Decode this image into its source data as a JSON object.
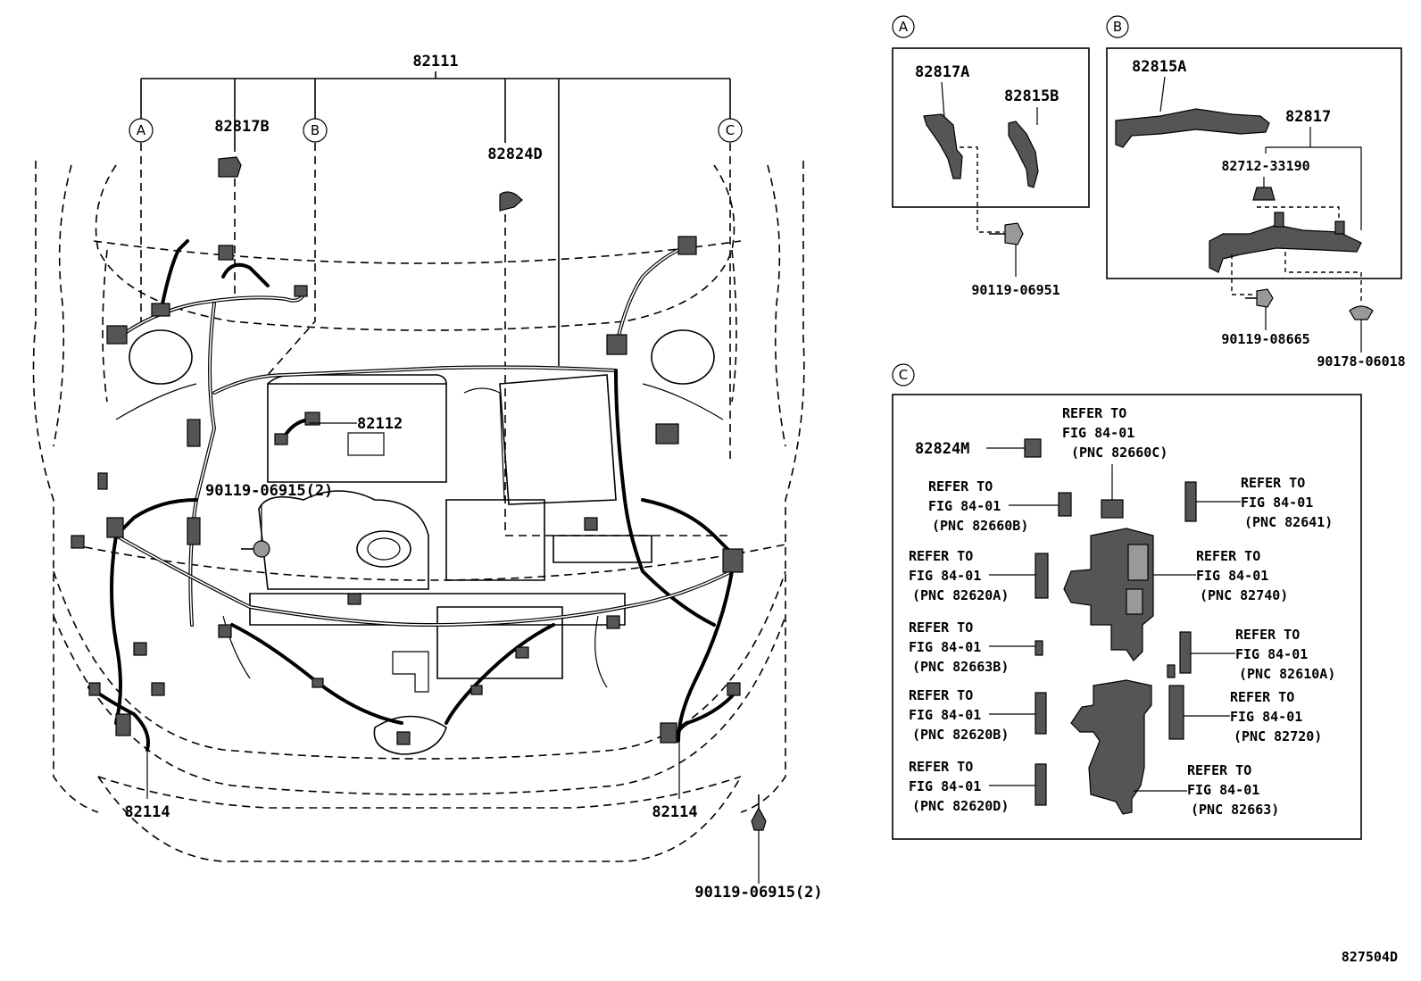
{
  "main": {
    "harness_label": "82111",
    "callouts": {
      "a": "A",
      "b": "B",
      "c": "C"
    },
    "labels": {
      "p82817b": "82817B",
      "p82824d": "82824D",
      "p82112": "82112",
      "p90119_upper": "90119-06915(2)",
      "p82114_left": "82114",
      "p82114_right": "82114",
      "p90119_lower": "90119-06915(2)"
    }
  },
  "detail_a": {
    "tag": "A",
    "p82817a": "82817A",
    "p82815b": "82815B",
    "bolt": "90119-06951"
  },
  "detail_b": {
    "tag": "B",
    "p82815a": "82815A",
    "p82817": "82817",
    "p82712": "82712-33190",
    "bolt": "90119-08665",
    "clip": "90178-06018"
  },
  "detail_c": {
    "tag": "C",
    "p82824m": "82824M",
    "refs": [
      {
        "l1": "REFER TO",
        "l2": "FIG 84-01",
        "l3": "(PNC 82660C)"
      },
      {
        "l1": "REFER TO",
        "l2": "FIG 84-01",
        "l3": "(PNC 82660B)"
      },
      {
        "l1": "REFER TO",
        "l2": "FIG 84-01",
        "l3": "(PNC 82641)"
      },
      {
        "l1": "REFER TO",
        "l2": "FIG 84-01",
        "l3": "(PNC 82620A)"
      },
      {
        "l1": "REFER TO",
        "l2": "FIG 84-01",
        "l3": "(PNC 82740)"
      },
      {
        "l1": "REFER TO",
        "l2": "FIG 84-01",
        "l3": "(PNC 82663B)"
      },
      {
        "l1": "REFER TO",
        "l2": "FIG 84-01",
        "l3": "(PNC 82610A)"
      },
      {
        "l1": "REFER TO",
        "l2": "FIG 84-01",
        "l3": "(PNC 82620B)"
      },
      {
        "l1": "REFER TO",
        "l2": "FIG 84-01",
        "l3": "(PNC 82720)"
      },
      {
        "l1": "REFER TO",
        "l2": "FIG 84-01",
        "l3": "(PNC 82620D)"
      },
      {
        "l1": "REFER TO",
        "l2": "FIG 84-01",
        "l3": "(PNC 82663)"
      }
    ]
  },
  "figure_id": "827504D"
}
